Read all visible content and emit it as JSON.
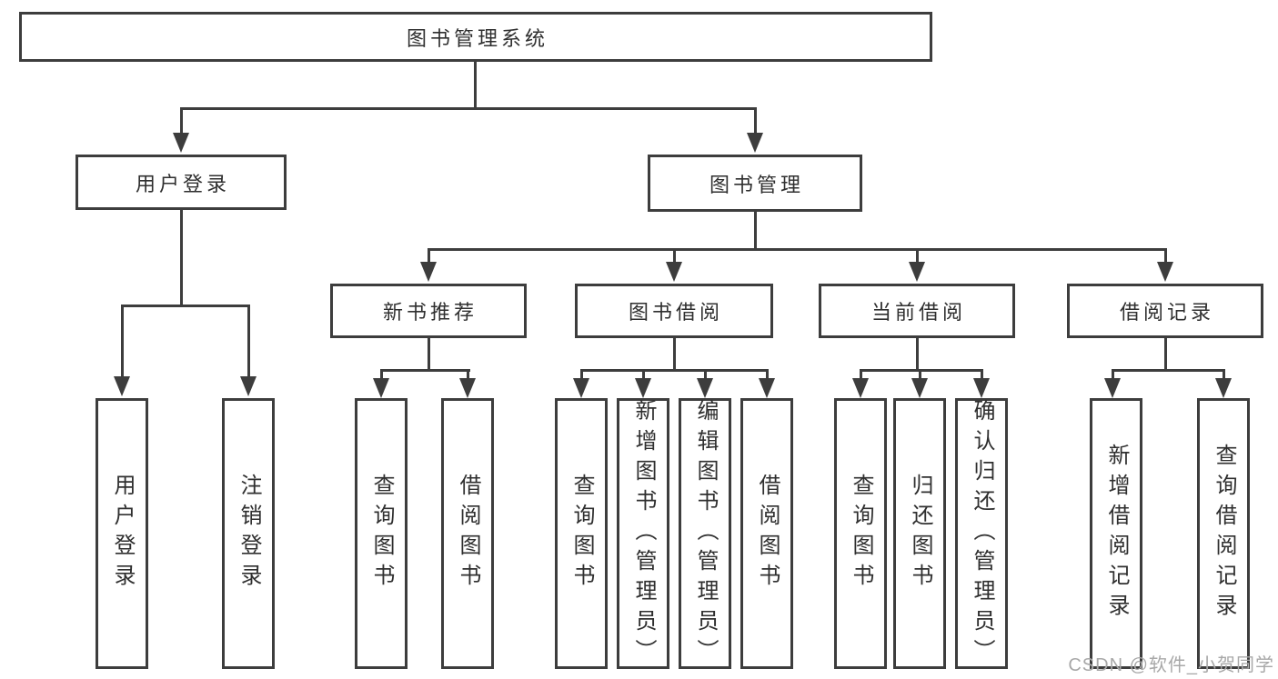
{
  "diagram": {
    "root": "图书管理系统",
    "level2": {
      "user_login": "用户登录",
      "book_mgmt": "图书管理"
    },
    "level3": {
      "new_book": "新书推荐",
      "book_borrow": "图书借阅",
      "current_borrow": "当前借阅",
      "borrow_record": "借阅记录"
    },
    "leaves": {
      "a1": "用户登录",
      "a2": "注销登录",
      "c1": "查询图书",
      "c2": "借阅图书",
      "d1": "查询图书",
      "d2": "新增图书（管理员）",
      "d3": "编辑图书（管理员）",
      "d4": "借阅图书",
      "e1": "查询图书",
      "e2": "归还图书",
      "e3": "确认归还（管理员）",
      "f1": "新增借阅记录",
      "f2": "查询借阅记录"
    }
  },
  "watermark": "CSDN @软件_小贺同学",
  "colors": {
    "line": "#3d3d3d",
    "text": "#2f2f2f",
    "watermark": "#a8a8a8",
    "background": "#ffffff"
  }
}
